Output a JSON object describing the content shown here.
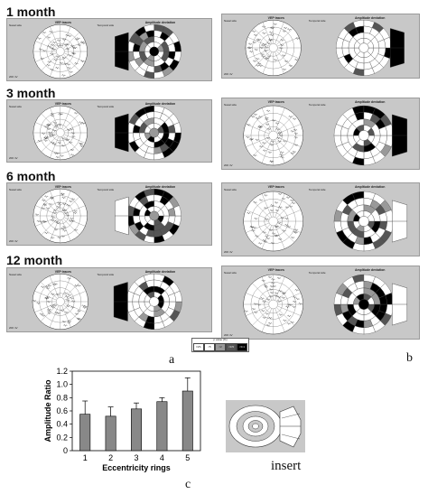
{
  "rows": [
    {
      "label": "1 month"
    },
    {
      "label": "3 month"
    },
    {
      "label": "6 month"
    },
    {
      "label": "12 month"
    }
  ],
  "panel_text": {
    "vep_title": "VEP traces",
    "amp_title": "Amplitude deviation",
    "nasal": "Nasal side",
    "temporal": "Temporal side",
    "scale": "200 nV"
  },
  "legend": {
    "title": "p value (%)",
    "cells": [
      "N/S",
      "<5",
      "<2",
      "<0.5",
      "<0.1"
    ]
  },
  "figure_labels": {
    "a": "a",
    "b": "b",
    "c": "c",
    "insert": "insert"
  },
  "chart_data": {
    "type": "bar",
    "categories": [
      "1",
      "2",
      "3",
      "4",
      "5"
    ],
    "values": [
      0.55,
      0.52,
      0.63,
      0.74,
      0.9
    ],
    "errors": [
      0.2,
      0.14,
      0.09,
      0.06,
      0.2
    ],
    "xlabel": "Eccentricity rings",
    "ylabel": "Amplitude Ratio",
    "ylim": [
      0,
      1.2
    ],
    "yticks": [
      "0",
      "0.2",
      "0.4",
      "0.6",
      "0.8",
      "1.0",
      "1.2"
    ],
    "bar_color": "#888888"
  },
  "colors": {
    "panel_bg": "#c8c8c8",
    "black": "#000000",
    "dark": "#555555",
    "gray": "#999999",
    "white": "#ffffff"
  }
}
